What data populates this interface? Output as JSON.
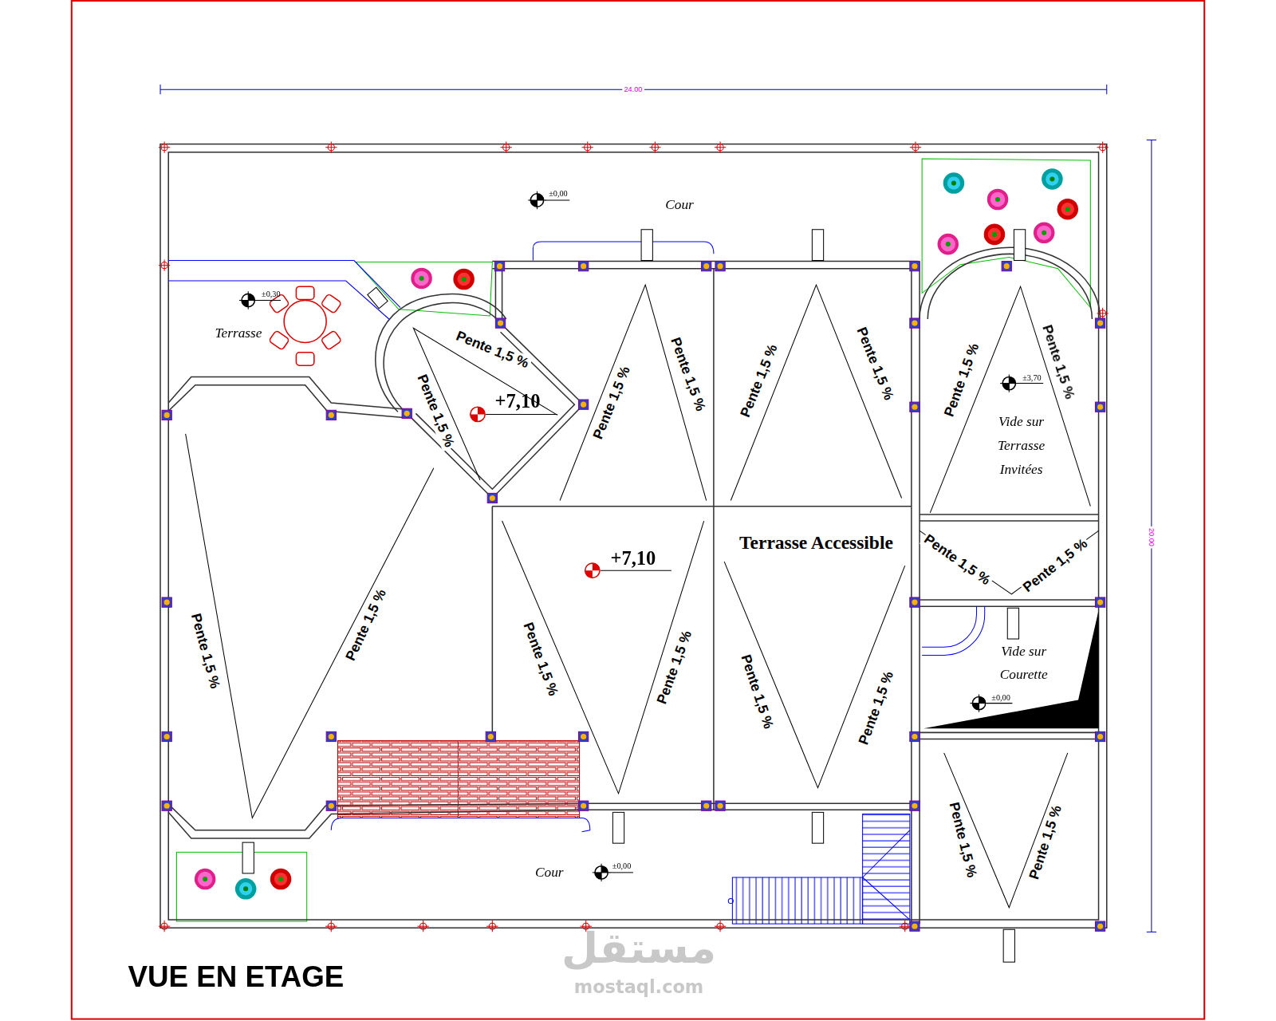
{
  "diagram": {
    "title": "VUE EN ETAGE",
    "labels": [
      "24.00",
      "20.00",
      "±0,00",
      "Cour",
      "±0,30",
      "Terrasse",
      "Pente 1,5 %",
      "Pente 1,5 %",
      "+7,10",
      "Pente 1,5 %",
      "Pente 1,5 %",
      "Pente 1,5 %",
      "Pente 1,5 %",
      "Pente 1,5 %",
      "±3,70",
      "Vide sur Terrasse Invitées",
      "Pente 1,5 %",
      "+7,10",
      "Terrasse Accessible",
      "Pente 1,5 %",
      "Pente 1,5 %",
      "Pente 1,5 %",
      "Pente 1,5 %",
      "Pente 1,5 %",
      "Pente 1,5 %",
      "Vide sur Courette",
      "±0,00",
      "Pente 1,5 %",
      "Pente 1,5 %",
      "Pente 1,5 %",
      "Pente 1,5 %",
      "Cour",
      "±0,00",
      "مستقل",
      "mostaql.com"
    ]
  }
}
